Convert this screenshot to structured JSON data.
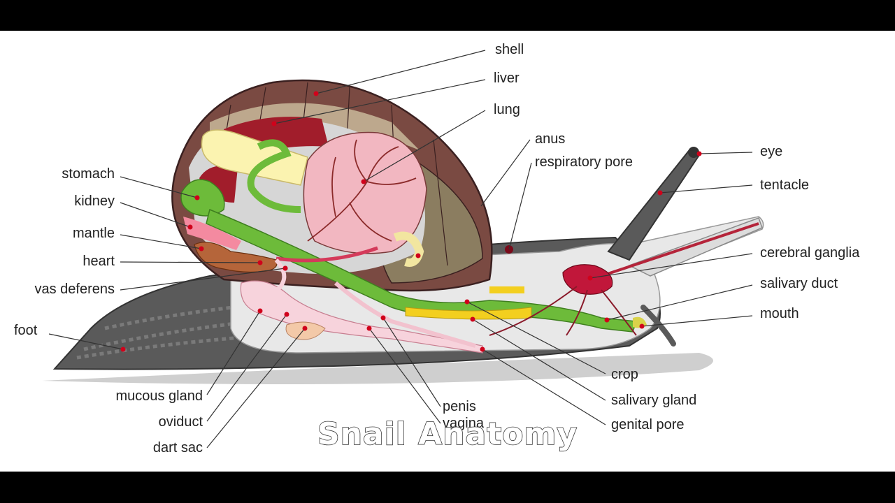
{
  "title": "Snail Anatomy",
  "labels": {
    "shell": "shell",
    "liver": "liver",
    "lung": "lung",
    "anus": "anus",
    "respiratory_pore": "respiratory pore",
    "eye": "eye",
    "tentacle": "tentacle",
    "stomach": "stomach",
    "kidney": "kidney",
    "mantle": "mantle",
    "heart": "heart",
    "vas_deferens": "vas deferens",
    "foot": "foot",
    "cerebral_ganglia": "cerebral ganglia",
    "salivary_duct": "salivary duct",
    "mouth": "mouth",
    "crop": "crop",
    "salivary_gland": "salivary gland",
    "genital_pore": "genital pore",
    "penis": "penis",
    "vagina": "vagina",
    "mucous_gland": "mucous gland",
    "oviduct": "oviduct",
    "dart_sac": "dart sac"
  },
  "colors": {
    "shell": "#7a4a42",
    "liver": "#a11d2b",
    "lung": "#f2b7c1",
    "digestive": "#6dbb3a",
    "reproductive": "#f7d3dc",
    "salivary_gland": "#f3cf1f",
    "body": "#5c5c5c",
    "marker": "#d0021b"
  }
}
